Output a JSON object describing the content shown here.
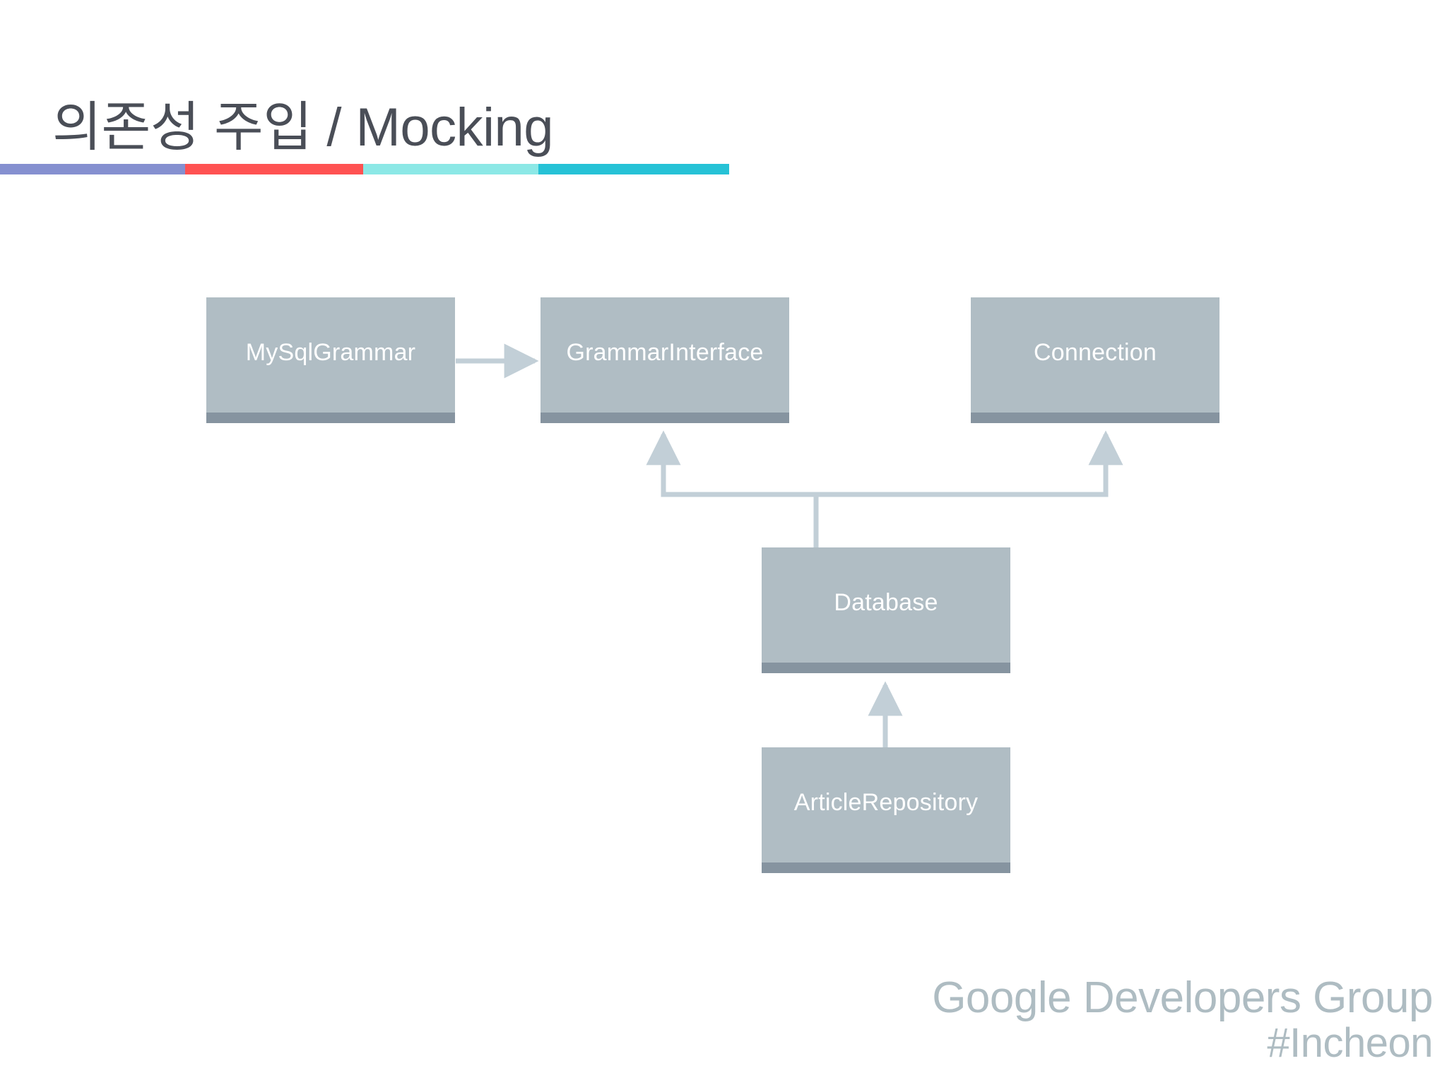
{
  "slide": {
    "title": "의존성 주입 / Mocking",
    "background_color": "#ffffff",
    "title_color": "#4a4e57"
  },
  "accent_bar": {
    "segments": [
      {
        "name": "purple",
        "color": "#8590d0"
      },
      {
        "name": "red",
        "color": "#ff5252"
      },
      {
        "name": "light-cyan",
        "color": "#8ce8e6"
      },
      {
        "name": "teal",
        "color": "#26c2d6"
      }
    ]
  },
  "diagram": {
    "type": "class-dependency-diagram",
    "node_fill": "#b0bdc4",
    "node_bar": "#8694a0",
    "node_text_color": "#ffffff",
    "connector_color": "#c2cfd7",
    "nodes": [
      {
        "id": "mysqlgrammar",
        "label": "MySqlGrammar"
      },
      {
        "id": "grammarinterface",
        "label": "GrammarInterface"
      },
      {
        "id": "connection",
        "label": "Connection"
      },
      {
        "id": "database",
        "label": "Database"
      },
      {
        "id": "articlerepository",
        "label": "ArticleRepository"
      }
    ],
    "edges": [
      {
        "from": "mysqlgrammar",
        "to": "grammarinterface",
        "style": "arrow-right"
      },
      {
        "from": "database",
        "to": "grammarinterface",
        "style": "arrow-up-elbow"
      },
      {
        "from": "database",
        "to": "connection",
        "style": "arrow-up-elbow"
      },
      {
        "from": "articlerepository",
        "to": "database",
        "style": "arrow-up"
      }
    ]
  },
  "footer": {
    "line1": "Google Developers Group",
    "line2": "#Incheon",
    "color": "#aebcc2"
  }
}
